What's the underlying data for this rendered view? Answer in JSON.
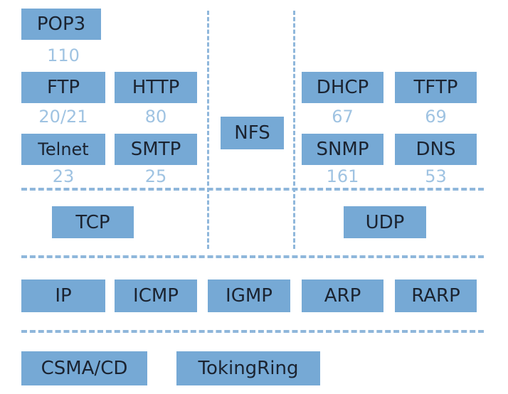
{
  "colors": {
    "box_fill": "#76a9d5",
    "box_text": "#1b2330",
    "port_text": "#9fc3e2",
    "divider": "#8fb7db"
  },
  "application": {
    "pop3": {
      "label": "POP3",
      "port": "110"
    },
    "ftp": {
      "label": "FTP",
      "port": "20/21"
    },
    "http": {
      "label": "HTTP",
      "port": "80"
    },
    "telnet": {
      "label": "Telnet",
      "port": "23"
    },
    "smtp": {
      "label": "SMTP",
      "port": "25"
    },
    "nfs": {
      "label": "NFS"
    },
    "dhcp": {
      "label": "DHCP",
      "port": "67"
    },
    "tftp": {
      "label": "TFTP",
      "port": "69"
    },
    "snmp": {
      "label": "SNMP",
      "port": "161"
    },
    "dns": {
      "label": "DNS",
      "port": "53"
    }
  },
  "transport": {
    "tcp": "TCP",
    "udp": "UDP"
  },
  "network": {
    "ip": "IP",
    "icmp": "ICMP",
    "igmp": "IGMP",
    "arp": "ARP",
    "rarp": "RARP"
  },
  "link": {
    "csma": "CSMA/CD",
    "token": "TokingRing"
  }
}
